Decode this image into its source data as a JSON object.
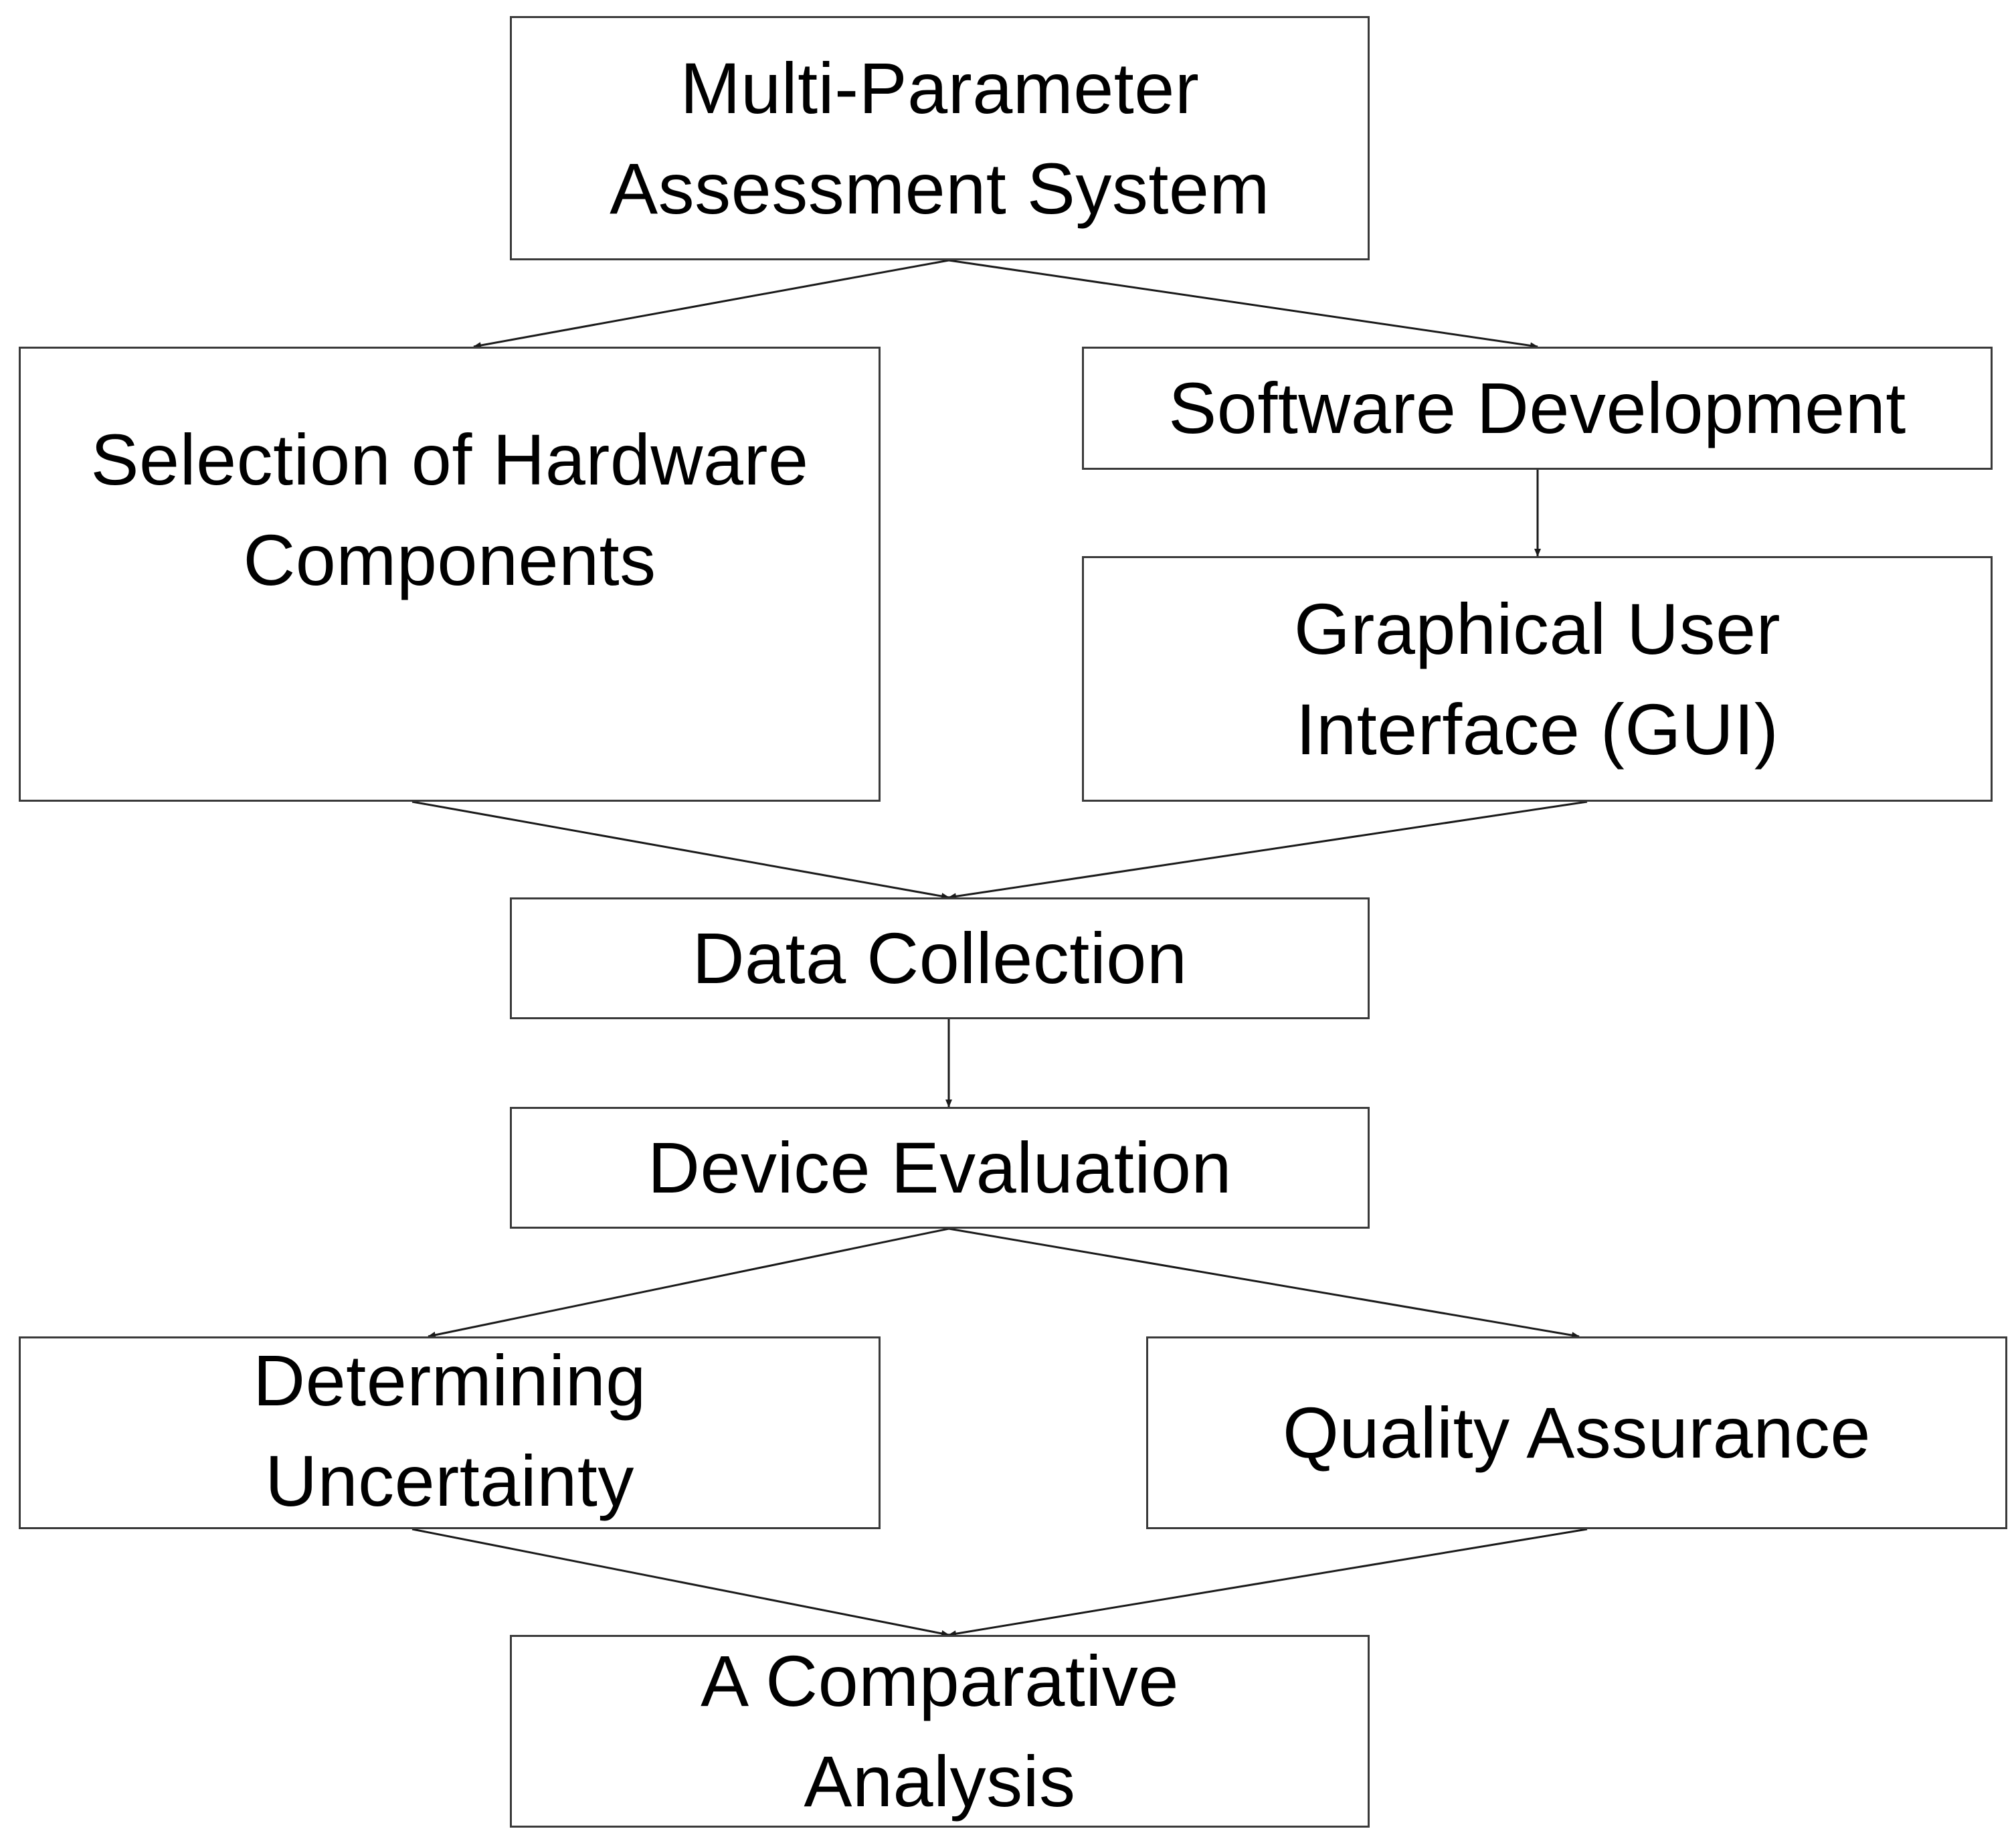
{
  "diagram": {
    "nodes": {
      "top": {
        "lines": [
          "Multi-Parameter",
          "Assessment System"
        ]
      },
      "hardware": {
        "lines": [
          "Selection of Hardware",
          "Components"
        ]
      },
      "software": {
        "lines": [
          "Software Development"
        ]
      },
      "gui": {
        "lines": [
          "Graphical User",
          "Interface (GUI)"
        ]
      },
      "data": {
        "lines": [
          "Data Collection"
        ]
      },
      "device": {
        "lines": [
          "Device Evaluation"
        ]
      },
      "uncertainty": {
        "lines": [
          "Determining",
          "Uncertainty"
        ]
      },
      "quality": {
        "lines": [
          "Quality Assurance"
        ]
      },
      "comparative": {
        "lines": [
          "A Comparative",
          "Analysis"
        ]
      }
    },
    "edges": [
      {
        "from": "top",
        "to": "hardware"
      },
      {
        "from": "top",
        "to": "software"
      },
      {
        "from": "software",
        "to": "gui"
      },
      {
        "from": "hardware",
        "to": "data"
      },
      {
        "from": "gui",
        "to": "data"
      },
      {
        "from": "data",
        "to": "device"
      },
      {
        "from": "device",
        "to": "uncertainty"
      },
      {
        "from": "device",
        "to": "quality"
      },
      {
        "from": "uncertainty",
        "to": "comparative"
      },
      {
        "from": "quality",
        "to": "comparative"
      }
    ]
  }
}
